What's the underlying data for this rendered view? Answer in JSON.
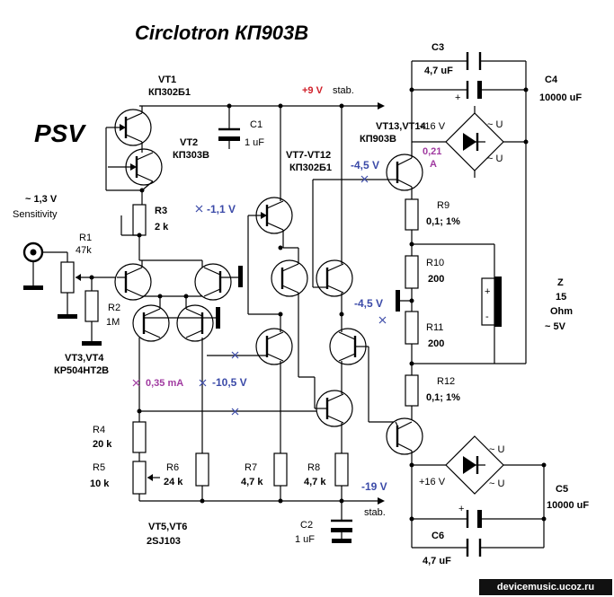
{
  "title": "Circlotron  КП903В",
  "brand_label": "PSV",
  "supply_pos": {
    "voltage": "+9 V",
    "suffix": "stab."
  },
  "supply_neg": {
    "voltage": "-19 V",
    "suffix": "stab."
  },
  "input": {
    "voltage": "~ 1,3 V",
    "caption": "Sensitivity"
  },
  "components": {
    "r1": {
      "name": "R1",
      "value": "47k"
    },
    "r2": {
      "name": "R2",
      "value": "1M"
    },
    "r3": {
      "name": "R3",
      "value": "2 k"
    },
    "r4": {
      "name": "R4",
      "value": "20 k"
    },
    "r5": {
      "name": "R5",
      "value": "10 k"
    },
    "r6": {
      "name": "R6",
      "value": "24 k"
    },
    "r7": {
      "name": "R7",
      "value": "4,7 k"
    },
    "r8": {
      "name": "R8",
      "value": "4,7 k"
    },
    "r9": {
      "name": "R9",
      "value": "0,1; 1%"
    },
    "r10": {
      "name": "R10",
      "value": "200"
    },
    "r11": {
      "name": "R11",
      "value": "200"
    },
    "r12": {
      "name": "R12",
      "value": "0,1; 1%"
    },
    "c1": {
      "name": "C1",
      "value": "1 uF"
    },
    "c2": {
      "name": "C2",
      "value": "1 uF"
    },
    "c3": {
      "name": "C3",
      "value": "4,7  uF"
    },
    "c4": {
      "name": "C4",
      "value": "10000 uF"
    },
    "c5": {
      "name": "C5",
      "value": "10000 uF"
    },
    "c6": {
      "name": "C6",
      "value": "4,7  uF"
    },
    "vt1": {
      "name": "VT1",
      "part": "КП302Б1"
    },
    "vt2": {
      "name": "VT2",
      "part": "КП303В"
    },
    "vt3_4": {
      "name": "VT3,VT4",
      "part": "КР504НТ2В"
    },
    "vt5_6": {
      "name": "VT5,VT6",
      "part": "2SJ103"
    },
    "vt7_12": {
      "name": "VT7-VT12",
      "part": "КП302Б1"
    },
    "vt13_14": {
      "name": "VT13,VT14",
      "part": "КП903В"
    }
  },
  "probe_voltages": {
    "v_minus_1_1": "-1,1 V",
    "v_minus_4_5_a": "-4,5 V",
    "v_minus_4_5_b": "-4,5 V",
    "v_minus_10_5": "-10,5 V",
    "current_035": "0,35 mA",
    "current_021": "0,21",
    "current_021_unit": "A"
  },
  "supply_bridges": {
    "top_bias": "+16 V",
    "bottom_bias": "+16 V",
    "ac": "~ U"
  },
  "load": {
    "name": "Z",
    "impedance": "15",
    "unit": "Ohm",
    "level": "~ 5V"
  },
  "footer": "devicemusic.ucoz.ru"
}
